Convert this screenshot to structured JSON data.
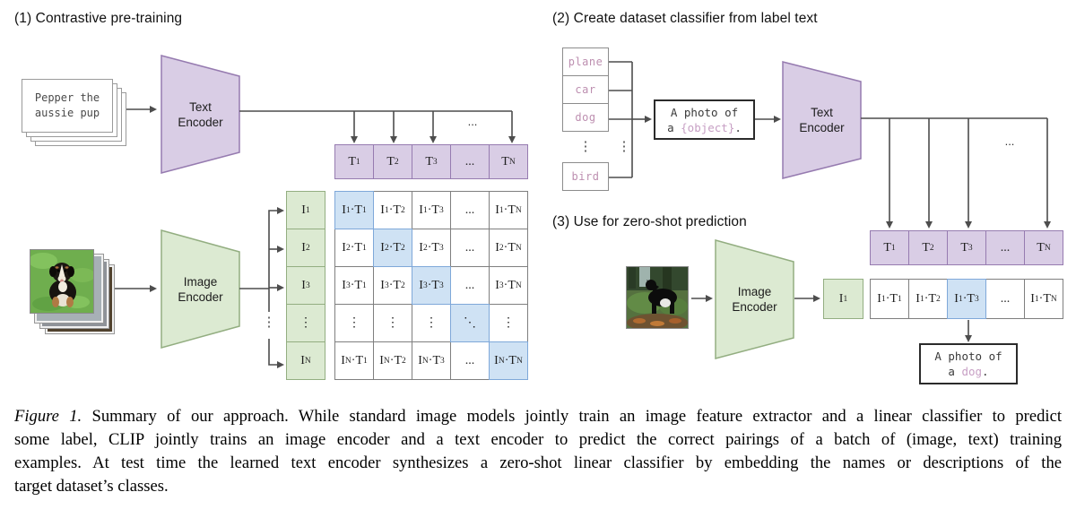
{
  "part1": {
    "title": "(1) Contrastive pre-training",
    "text_input": "Pepper the\naussie pup",
    "text_encoder_label": "Text Encoder",
    "image_encoder_label": "Image Encoder",
    "ellipsis_top": "...",
    "ellipsis_left": "⋮",
    "t_labels": [
      "T_1",
      "T_2",
      "T_3",
      "...",
      "T_N"
    ],
    "i_labels": [
      "I_1",
      "I_2",
      "I_3",
      "⋮",
      "I_N"
    ],
    "matrix": [
      [
        "I_1·T_1",
        "I_1·T_2",
        "I_1·T_3",
        "...",
        "I_1·T_N"
      ],
      [
        "I_2·T_1",
        "I_2·T_2",
        "I_2·T_3",
        "...",
        "I_2·T_N"
      ],
      [
        "I_3·T_1",
        "I_3·T_2",
        "I_3·T_3",
        "...",
        "I_3·T_N"
      ],
      [
        "⋮",
        "⋮",
        "⋮",
        "⋱",
        "⋮"
      ],
      [
        "I_N·T_1",
        "I_N·T_2",
        "I_N·T_3",
        "...",
        "I_N·T_N"
      ]
    ]
  },
  "part2": {
    "title": "(2) Create dataset classifier from label text",
    "labels": [
      "plane",
      "car",
      "dog"
    ],
    "labels_ellipsis": "⋮",
    "bus_ellipsis": "⋮",
    "label_last": "bird",
    "prompt_line1": "A photo of",
    "prompt_prefix": "a ",
    "prompt_object": "{object}",
    "prompt_suffix": ".",
    "text_encoder_label": "Text Encoder",
    "ellipsis_top": "...",
    "t_labels": [
      "T_1",
      "T_2",
      "T_3",
      "...",
      "T_N"
    ]
  },
  "part3": {
    "title": "(3) Use for zero-shot prediction",
    "image_encoder_label": "Image Encoder",
    "i_label": "I_1",
    "products": [
      "I_1·T_1",
      "I_1·T_2",
      "I_1·T_3",
      "...",
      "I_1·T_N"
    ],
    "highlight_index": 2,
    "result_line1": "A photo of",
    "result_prefix": "a ",
    "result_object": "dog",
    "result_suffix": "."
  },
  "caption": {
    "figure_label": "Figure 1.",
    "line1": "Summary of our approach. While standard image models jointly train an image feature extractor and a linear classifier to predict",
    "line2": "some label, CLIP jointly trains an image encoder and a text encoder to predict the correct pairings of a batch of (image, text) training",
    "line3": "examples. At test time the learned text encoder synthesizes a zero-shot linear classifier by embedding the names or descriptions of the",
    "line4": "target dataset’s classes."
  },
  "colors": {
    "encoder_purple_fill": "#d9cde5",
    "encoder_purple_border": "#967bb0",
    "encoder_green_fill": "#dcead2",
    "encoder_green_border": "#93ae81",
    "highlight_blue_fill": "#cfe2f4",
    "highlight_blue_border": "#7fa8d9",
    "label_pink": "#bd8fb0",
    "object_pink": "#c79fc4",
    "line_gray": "#4d4d4d"
  }
}
